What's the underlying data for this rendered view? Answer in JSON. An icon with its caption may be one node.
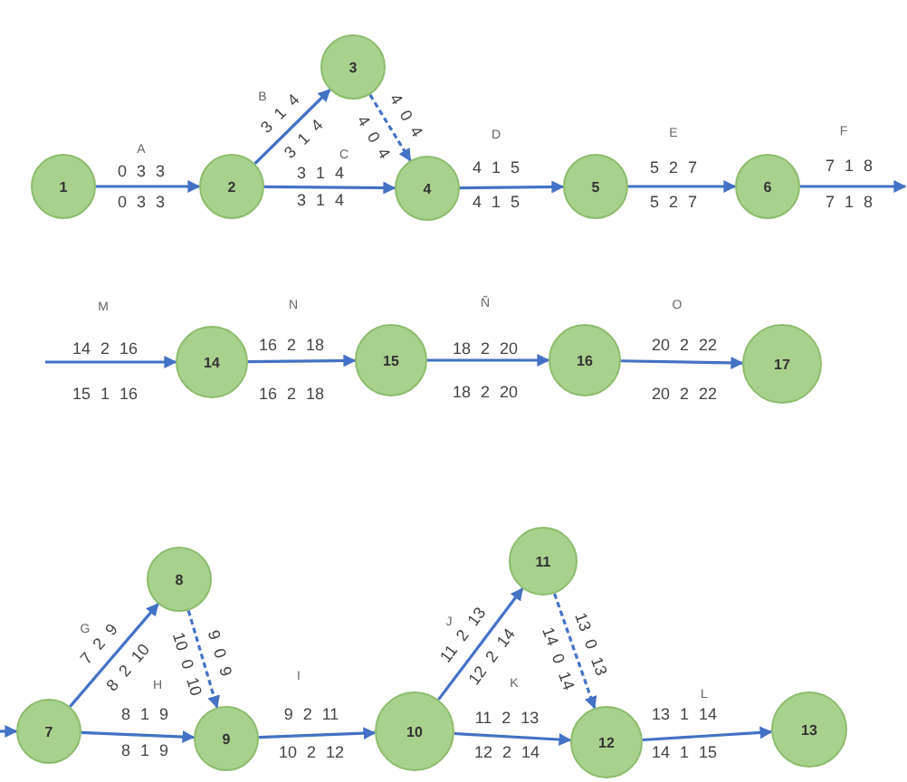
{
  "diagram": {
    "nodes": [
      {
        "text": [
          "1"
        ]
      },
      {
        "text": [
          "2"
        ]
      },
      {
        "text": [
          "3"
        ]
      },
      {
        "text": [
          "4"
        ]
      },
      {
        "text": [
          "5"
        ]
      },
      {
        "text": [
          "6"
        ]
      },
      {
        "text": [
          "14"
        ]
      },
      {
        "text": [
          "15"
        ]
      },
      {
        "text": [
          "16"
        ]
      },
      {
        "text": [
          "17"
        ]
      },
      {
        "text": [
          "7"
        ]
      },
      {
        "text": [
          "8"
        ]
      },
      {
        "text": [
          "9"
        ]
      },
      {
        "text": [
          "10"
        ]
      },
      {
        "text": [
          "11"
        ]
      },
      {
        "text": [
          "12"
        ]
      },
      {
        "text": [
          "13"
        ]
      }
    ],
    "edges": [
      {
        "from": 0,
        "to": 1,
        "arrow": "to",
        "label": "A"
      },
      {
        "from": 1,
        "to": 2,
        "arrow": "to",
        "label": "B"
      },
      {
        "from": 1,
        "to": 3,
        "arrow": "to",
        "label": "C"
      },
      {
        "from": 2,
        "to": 3,
        "arrow": "to",
        "style": "dashed"
      },
      {
        "from": 3,
        "to": 4,
        "arrow": "to",
        "label": "D"
      },
      {
        "from": 4,
        "to": 5,
        "arrow": "to",
        "label": "E"
      },
      {
        "from": 5,
        "to": null,
        "arrow": "to",
        "label": "F"
      },
      {
        "from": null,
        "to": 6,
        "arrow": "to",
        "label": "M"
      },
      {
        "from": 6,
        "to": 7,
        "arrow": "to",
        "label": "N"
      },
      {
        "from": 7,
        "to": 8,
        "arrow": "to",
        "label": "Ñ"
      },
      {
        "from": 8,
        "to": 9,
        "arrow": "to",
        "label": "O"
      },
      {
        "from": null,
        "to": 10,
        "arrow": "to"
      },
      {
        "from": 10,
        "to": 11,
        "arrow": "to",
        "label": "G"
      },
      {
        "from": 10,
        "to": 12,
        "arrow": "to",
        "label": "H"
      },
      {
        "from": 11,
        "to": 12,
        "arrow": "to",
        "style": "dashed"
      },
      {
        "from": 12,
        "to": 13,
        "arrow": "to",
        "label": "I"
      },
      {
        "from": 13,
        "to": 14,
        "arrow": "to",
        "label": "J"
      },
      {
        "from": 13,
        "to": 15,
        "arrow": "to",
        "label": "K"
      },
      {
        "from": 14,
        "to": 15,
        "arrow": "to",
        "style": "dashed"
      },
      {
        "from": 15,
        "to": 16,
        "arrow": "to",
        "label": "L"
      }
    ],
    "labels": [
      "0 3 3",
      "0 3 3",
      "3 1 4",
      "3 1 4",
      "3 1 4",
      "3 1 4",
      "4 0 4",
      "4 0 4",
      "4 1 5",
      "4 1 5",
      "5 2 7",
      "5 2 7",
      "7 1 8",
      "7 1 8",
      "14 2 16",
      "15 1 16",
      "16 2 18",
      "16 2 18",
      "18 2 20",
      "18 2 20",
      "20 2 22",
      "20 2 22",
      "7 2 9",
      "8 2 10",
      "8 1 9",
      "8 1 9",
      "9 0 9",
      "10 0 10",
      "9 2 11",
      "10 2 12",
      "11 2 13",
      "12 2 14",
      "11 2 13",
      "12 2 14",
      "13 0 13",
      "14 0 14",
      "13 1 14",
      "14 1 15"
    ]
  }
}
